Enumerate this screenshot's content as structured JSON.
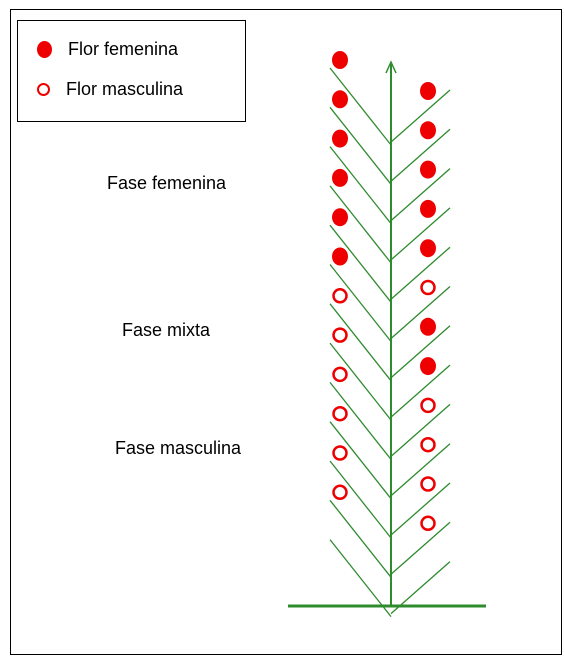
{
  "legend": {
    "female_label": "Flor femenina",
    "male_label": "Flor masculina"
  },
  "phases": {
    "female": "Fase femenina",
    "mixed": "Fase mixta",
    "male": "Fase masculina"
  },
  "colors": {
    "flower": "#ee0000",
    "stem": "#2e8b2e"
  },
  "flowers": {
    "left_nodes_top_to_bottom": [
      "female",
      "female",
      "female",
      "female",
      "female",
      "female",
      "male",
      "male",
      "male",
      "male",
      "male",
      "male"
    ],
    "right_nodes_top_to_bottom": [
      "female",
      "female",
      "female",
      "female",
      "female",
      "male",
      "female",
      "female",
      "male",
      "male",
      "male",
      "male"
    ]
  }
}
